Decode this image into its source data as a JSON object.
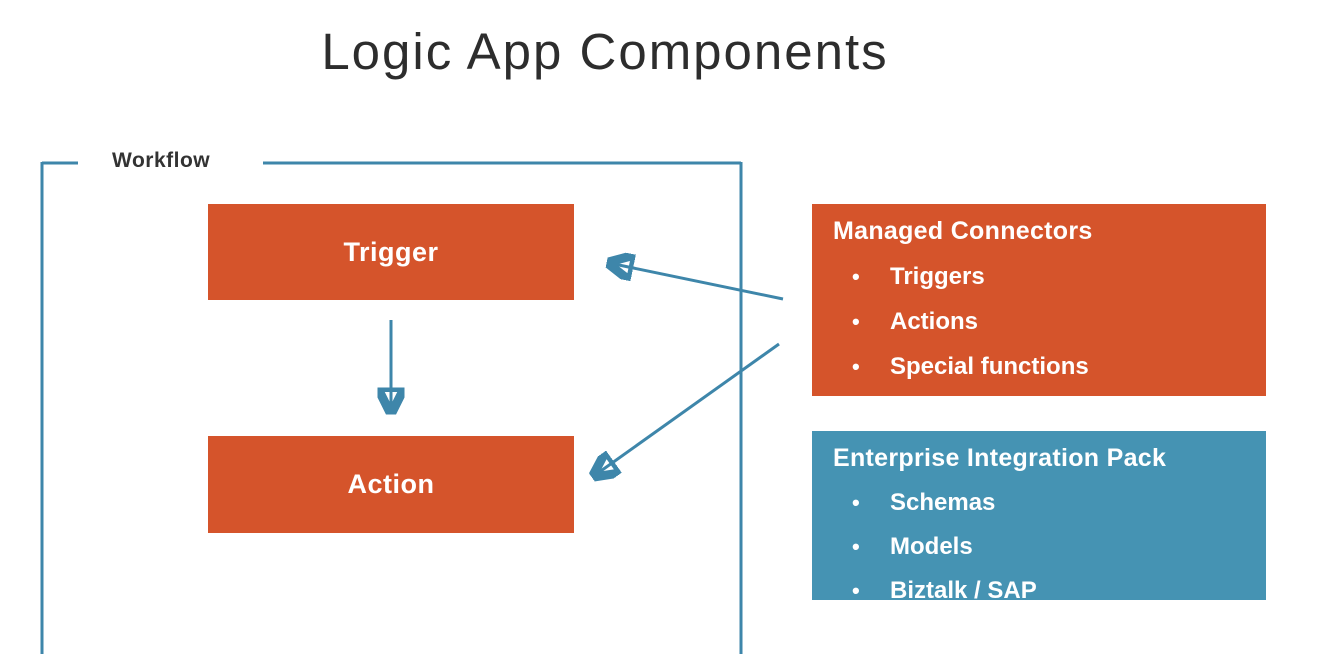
{
  "title": "Logic App Components",
  "workflow": {
    "label": "Workflow"
  },
  "trigger_box": {
    "label": "Trigger"
  },
  "action_box": {
    "label": "Action"
  },
  "bullet_glyph": "•",
  "managed_connectors": {
    "title": "Managed Connectors",
    "items": [
      "Triggers",
      "Actions",
      "Special functions"
    ]
  },
  "enterprise_integration_pack": {
    "title": "Enterprise Integration Pack",
    "items": [
      "Schemas",
      "Models",
      "Biztalk / SAP"
    ]
  },
  "colors": {
    "box_orange": "#d5542b",
    "panel_blue": "#4593b3",
    "line_blue": "#3e86aa",
    "title_text": "#2d2d2d",
    "label_text": "#333333",
    "box_text": "#ffffff",
    "background": "#ffffff"
  }
}
